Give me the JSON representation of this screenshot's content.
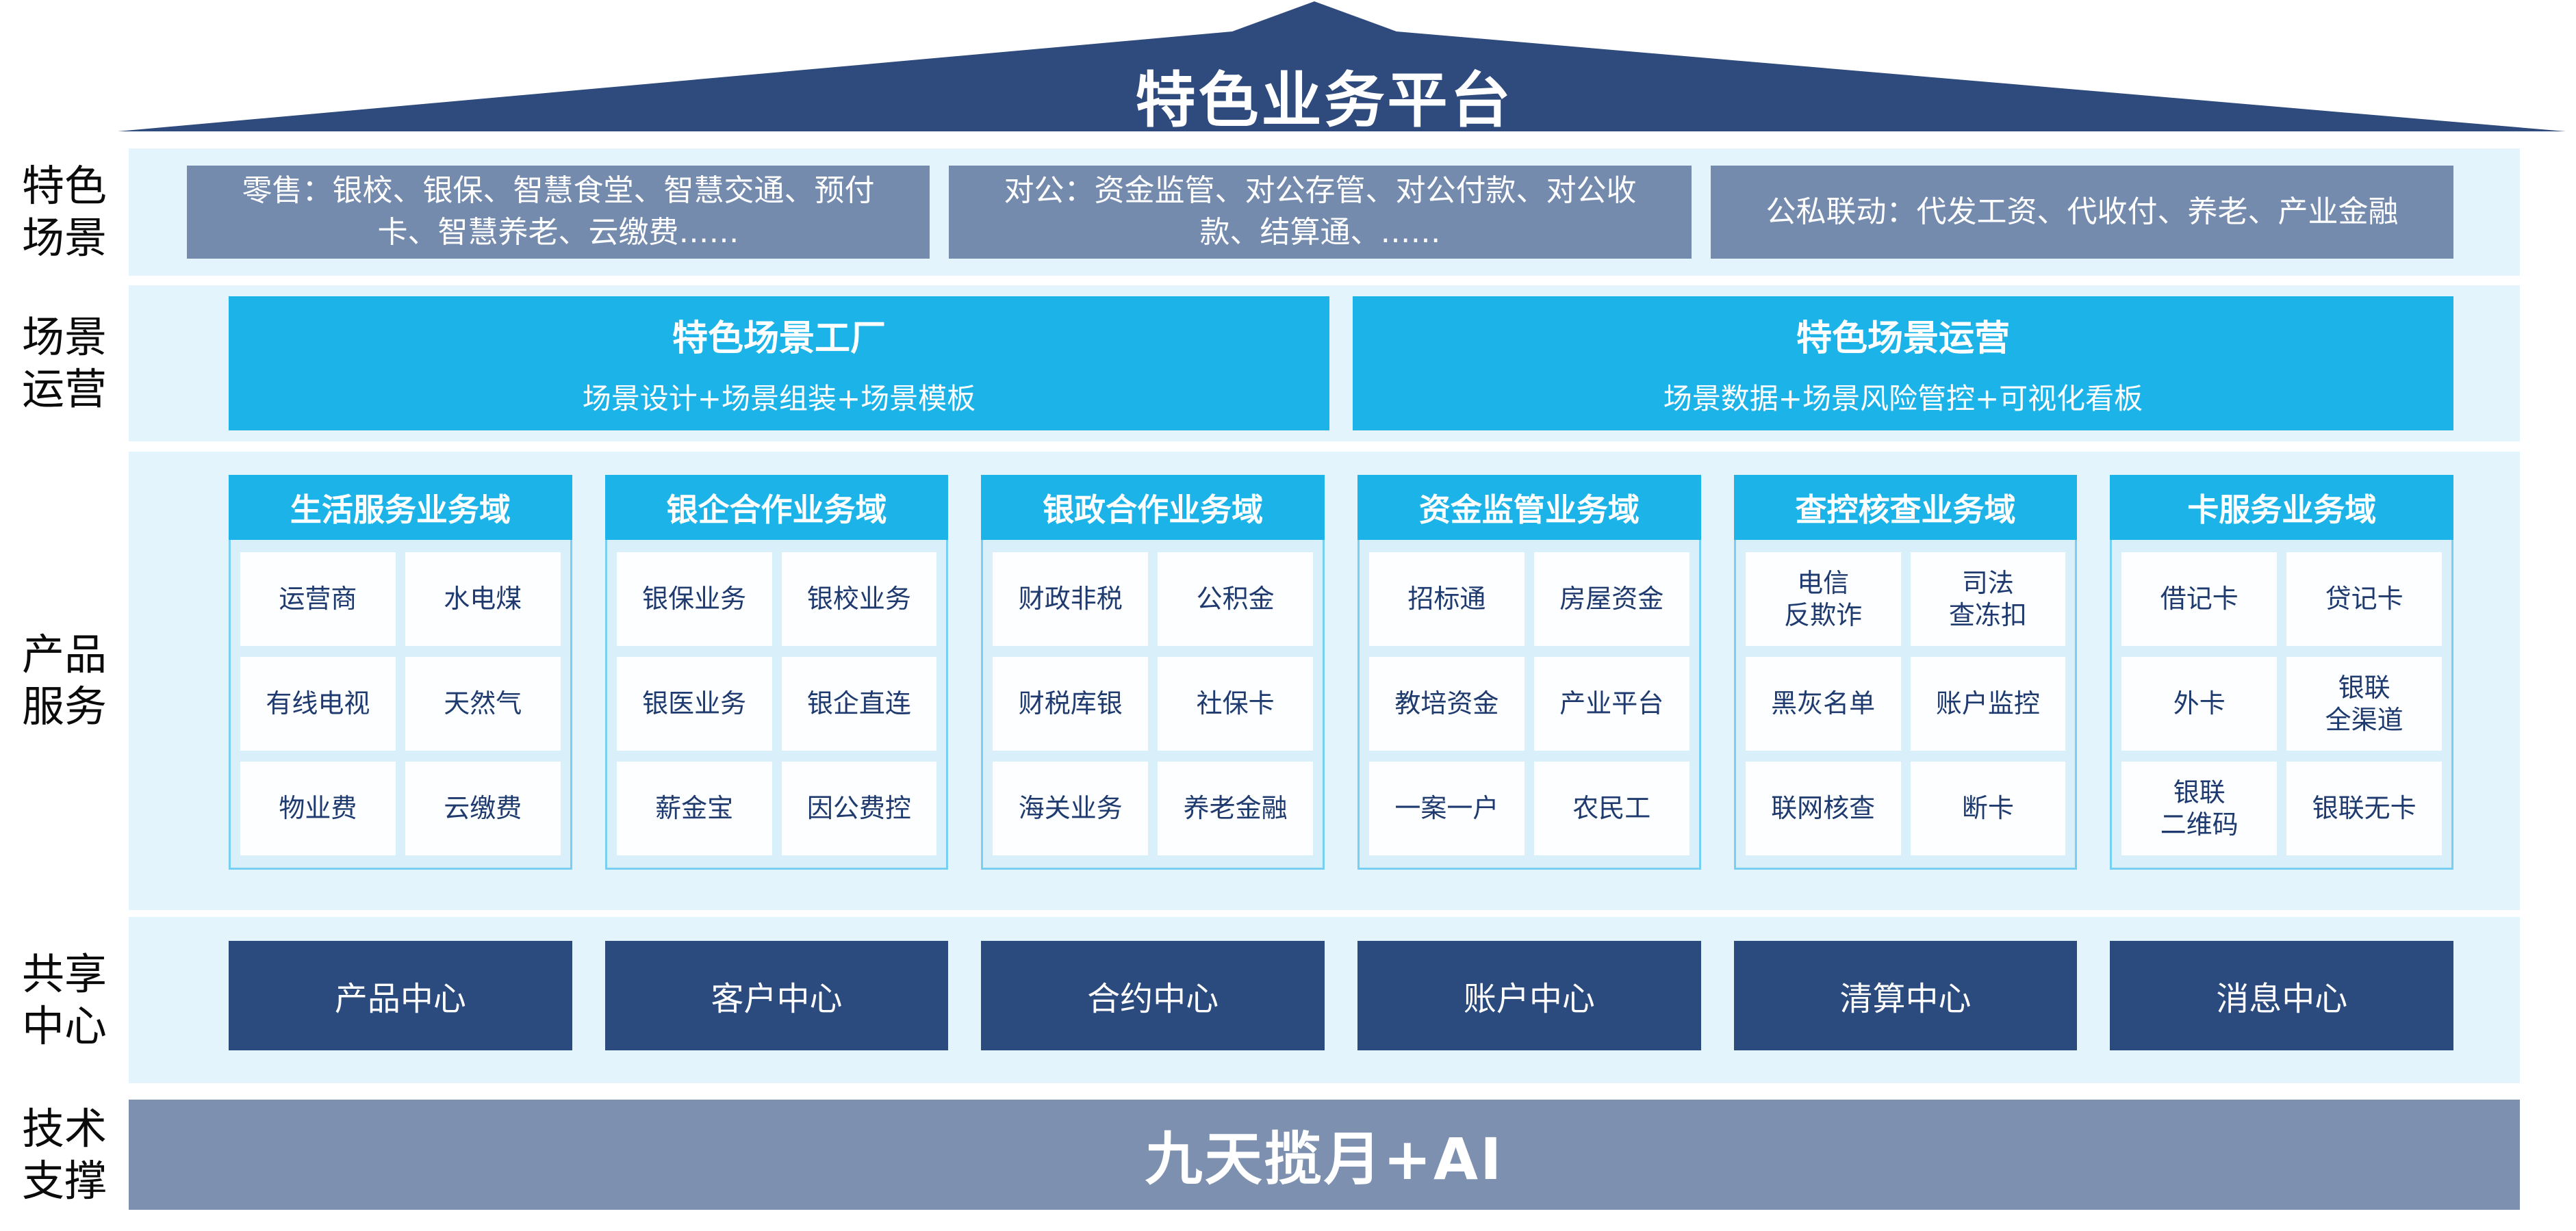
{
  "diagram_title": "特色业务平台",
  "colors": {
    "roof_navy": "#2F4A7C",
    "scene_box_slate": "#748BAE",
    "accent_cyan": "#1CB4E8",
    "band_light_blue": "#E3F4FC",
    "column_body_blue": "#D9F0FA",
    "column_border": "#79CFF2",
    "cell_text_navy": "#1E3A6E",
    "center_box_navy": "#2B4A7D",
    "tech_bar_slate": "#7E90AF"
  },
  "row_labels": {
    "scenes": "特色\n场景",
    "operations": "场景\n运营",
    "products": "产品\n服务",
    "centers": "共享\n中心",
    "tech": "技术\n支撑"
  },
  "scenes": {
    "retail": "零售：银校、银保、智慧食堂、智慧交通、预付卡、智慧养老、云缴费……",
    "corporate": "对公：资金监管、对公存管、对公付款、对公收款、结算通、……",
    "linkage": "公私联动：代发工资、代收付、养老、产业金融"
  },
  "operations": {
    "factory": {
      "title": "特色场景工厂",
      "subtitle": "场景设计+场景组装+场景模板"
    },
    "operation": {
      "title": "特色场景运营",
      "subtitle": "场景数据+场景风险管控+可视化看板"
    }
  },
  "products": {
    "columns": [
      {
        "header": "生活服务业务域",
        "cells": [
          "运营商",
          "水电煤",
          "有线电视",
          "天然气",
          "物业费",
          "云缴费"
        ]
      },
      {
        "header": "银企合作业务域",
        "cells": [
          "银保业务",
          "银校业务",
          "银医业务",
          "银企直连",
          "薪金宝",
          "因公费控"
        ]
      },
      {
        "header": "银政合作业务域",
        "cells": [
          "财政非税",
          "公积金",
          "财税库银",
          "社保卡",
          "海关业务",
          "养老金融"
        ]
      },
      {
        "header": "资金监管业务域",
        "cells": [
          "招标通",
          "房屋资金",
          "教培资金",
          "产业平台",
          "一案一户",
          "农民工"
        ]
      },
      {
        "header": "查控核查业务域",
        "cells": [
          "电信\n反欺诈",
          "司法\n查冻扣",
          "黑灰名单",
          "账户监控",
          "联网核查",
          "断卡"
        ]
      },
      {
        "header": "卡服务业务域",
        "cells": [
          "借记卡",
          "贷记卡",
          "外卡",
          "银联\n全渠道",
          "银联\n二维码",
          "银联无卡"
        ]
      }
    ]
  },
  "shared_centers": {
    "items": [
      "产品中心",
      "客户中心",
      "合约中心",
      "账户中心",
      "清算中心",
      "消息中心"
    ]
  },
  "tech_support": {
    "label": "九天揽月+AI"
  }
}
